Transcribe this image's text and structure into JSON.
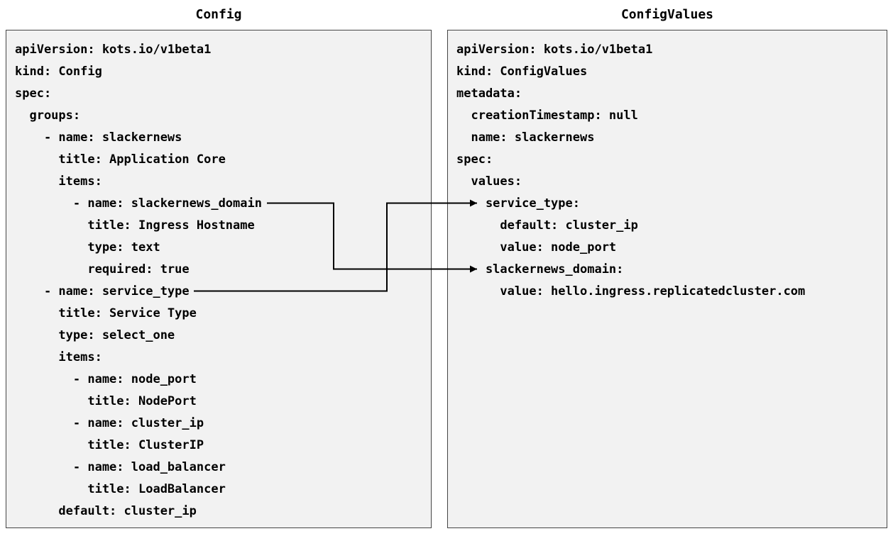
{
  "left_panel": {
    "title": "Config",
    "lines": [
      "apiVersion: kots.io/v1beta1",
      "kind: Config",
      "spec:",
      "  groups:",
      "    - name: slackernews",
      "      title: Application Core",
      "      items:",
      "        - name: slackernews_domain",
      "          title: Ingress Hostname",
      "          type: text",
      "          required: true",
      "    - name: service_type",
      "      title: Service Type",
      "      type: select_one",
      "      items:",
      "        - name: node_port",
      "          title: NodePort",
      "        - name: cluster_ip",
      "          title: ClusterIP",
      "        - name: load_balancer",
      "          title: LoadBalancer",
      "      default: cluster_ip"
    ]
  },
  "right_panel": {
    "title": "ConfigValues",
    "lines": [
      "apiVersion: kots.io/v1beta1",
      "kind: ConfigValues",
      "metadata:",
      "  creationTimestamp: null",
      "  name: slackernews",
      "spec:",
      "  values:",
      "    service_type:",
      "      default: cluster_ip",
      "      value: node_port",
      "    slackernews_domain:",
      "      value: hello.ingress.replicatedcluster.com"
    ]
  },
  "connections": [
    {
      "from_field": "slackernews_domain",
      "to_field": "slackernews_domain"
    },
    {
      "from_field": "service_type",
      "to_field": "service_type"
    }
  ],
  "colors": {
    "panel_bg": "#f2f2f2",
    "panel_border": "#454545",
    "text": "#000000",
    "arrow": "#000000"
  }
}
